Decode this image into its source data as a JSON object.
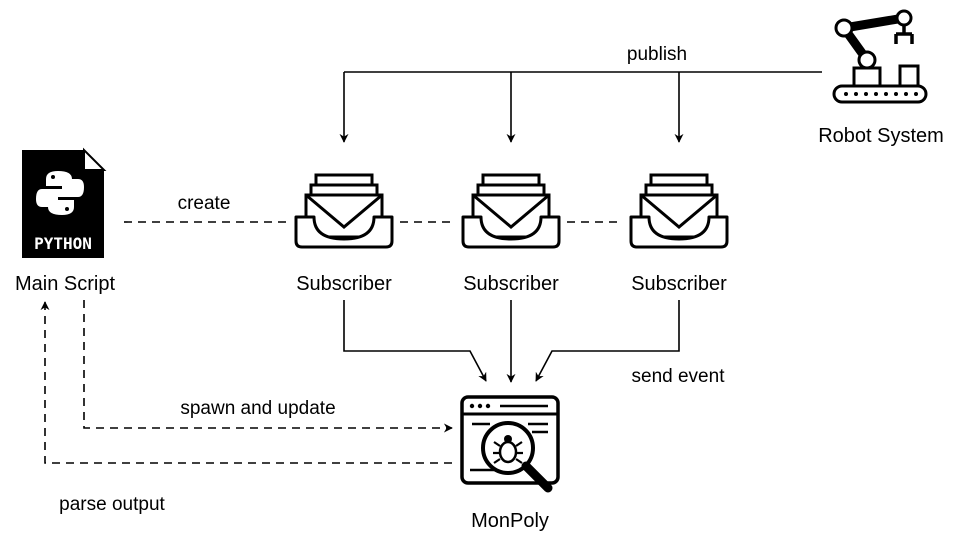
{
  "nodes": {
    "main_script": {
      "label": "Main Script",
      "file_badge": "PYTHON",
      "icon": "python-file-icon"
    },
    "robot_system": {
      "label": "Robot System",
      "icon": "robot-arm-icon"
    },
    "subscribers": [
      {
        "label": "Subscriber",
        "icon": "inbox-tray-icon"
      },
      {
        "label": "Subscriber",
        "icon": "inbox-tray-icon"
      },
      {
        "label": "Subscriber",
        "icon": "inbox-tray-icon"
      }
    ],
    "monpoly": {
      "label": "MonPoly",
      "icon": "bug-inspection-window-icon"
    }
  },
  "edges": {
    "publish": "publish",
    "create": "create",
    "send_event": "send event",
    "spawn_update": "spawn and update",
    "parse_output": "parse output"
  },
  "colors": {
    "stroke": "#000000",
    "background": "#ffffff"
  }
}
